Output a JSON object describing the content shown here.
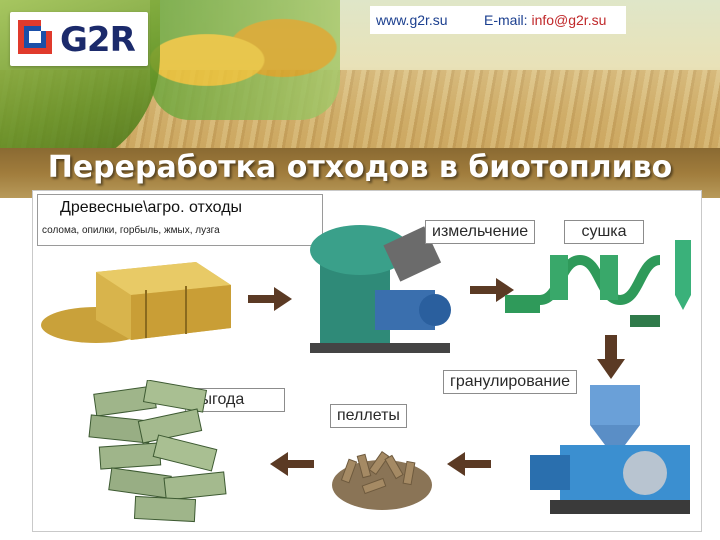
{
  "header": {
    "logo_text": "G2R",
    "website": "www.g2r.su",
    "email_label": "E-mail:",
    "email": "info@g2r.su"
  },
  "title": "Переработка отходов в биотопливо",
  "source": {
    "title": "Древесные\\агро. отходы",
    "subtitle": "солома, опилки, горбыль, жмых, лузга"
  },
  "steps": {
    "grinding": "измельчение",
    "drying": "сушка",
    "granulation": "гранулирование",
    "pellets": "пеллеты",
    "profit": "выгода"
  },
  "colors": {
    "arrow": "#5b3a24",
    "logo_red": "#e03a2c",
    "logo_blue": "#1b4fa8",
    "title_text": "#ffffff"
  }
}
